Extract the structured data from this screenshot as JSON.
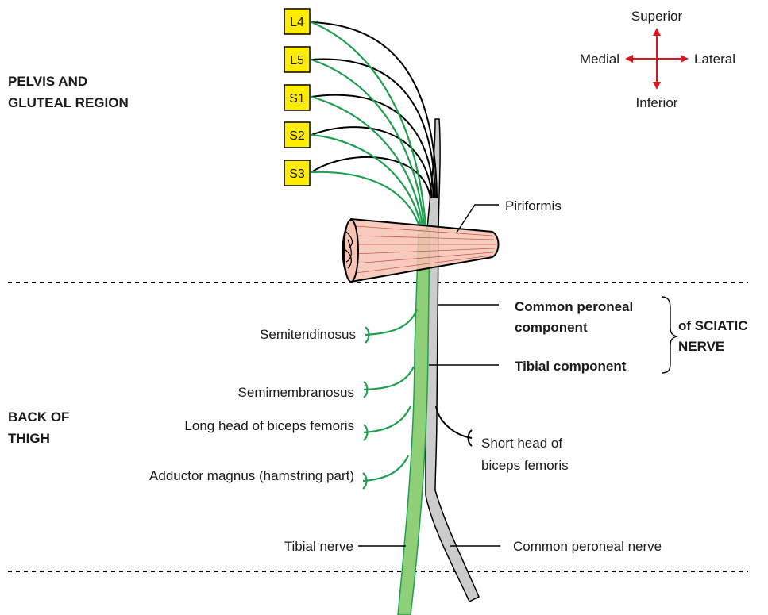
{
  "regions": {
    "pelvis": [
      "PELVIS AND",
      "GLUTEAL REGION"
    ],
    "thigh": [
      "BACK OF",
      "THIGH"
    ]
  },
  "roots": [
    "L4",
    "L5",
    "S1",
    "S2",
    "S3"
  ],
  "compass": {
    "superior": "Superior",
    "inferior": "Inferior",
    "medial": "Medial",
    "lateral": "Lateral"
  },
  "labels": {
    "piriformis": "Piriformis",
    "semitendinosus": "Semitendinosus",
    "semimembranosus": "Semimembranosus",
    "long_head": "Long head of biceps femoris",
    "adductor": "Adductor magnus (hamstring part)",
    "short_head": [
      "Short head of",
      "biceps femoris"
    ],
    "tibial_nerve": "Tibial nerve",
    "common_peroneal_nerve": "Common peroneal nerve"
  },
  "components": {
    "common_peroneal": [
      "Common peroneal",
      "component"
    ],
    "tibial": "Tibial component",
    "sciatic": [
      "of SCIATIC",
      "NERVE"
    ]
  },
  "colors": {
    "tibial_green": "#1fa050",
    "tibial_fill": "#8fcf78",
    "peroneal_gray": "#cccccc",
    "root_yellow": "#ffec00",
    "piriformis_pink": "#f7c2b4",
    "arrow_red": "#e0141c"
  }
}
